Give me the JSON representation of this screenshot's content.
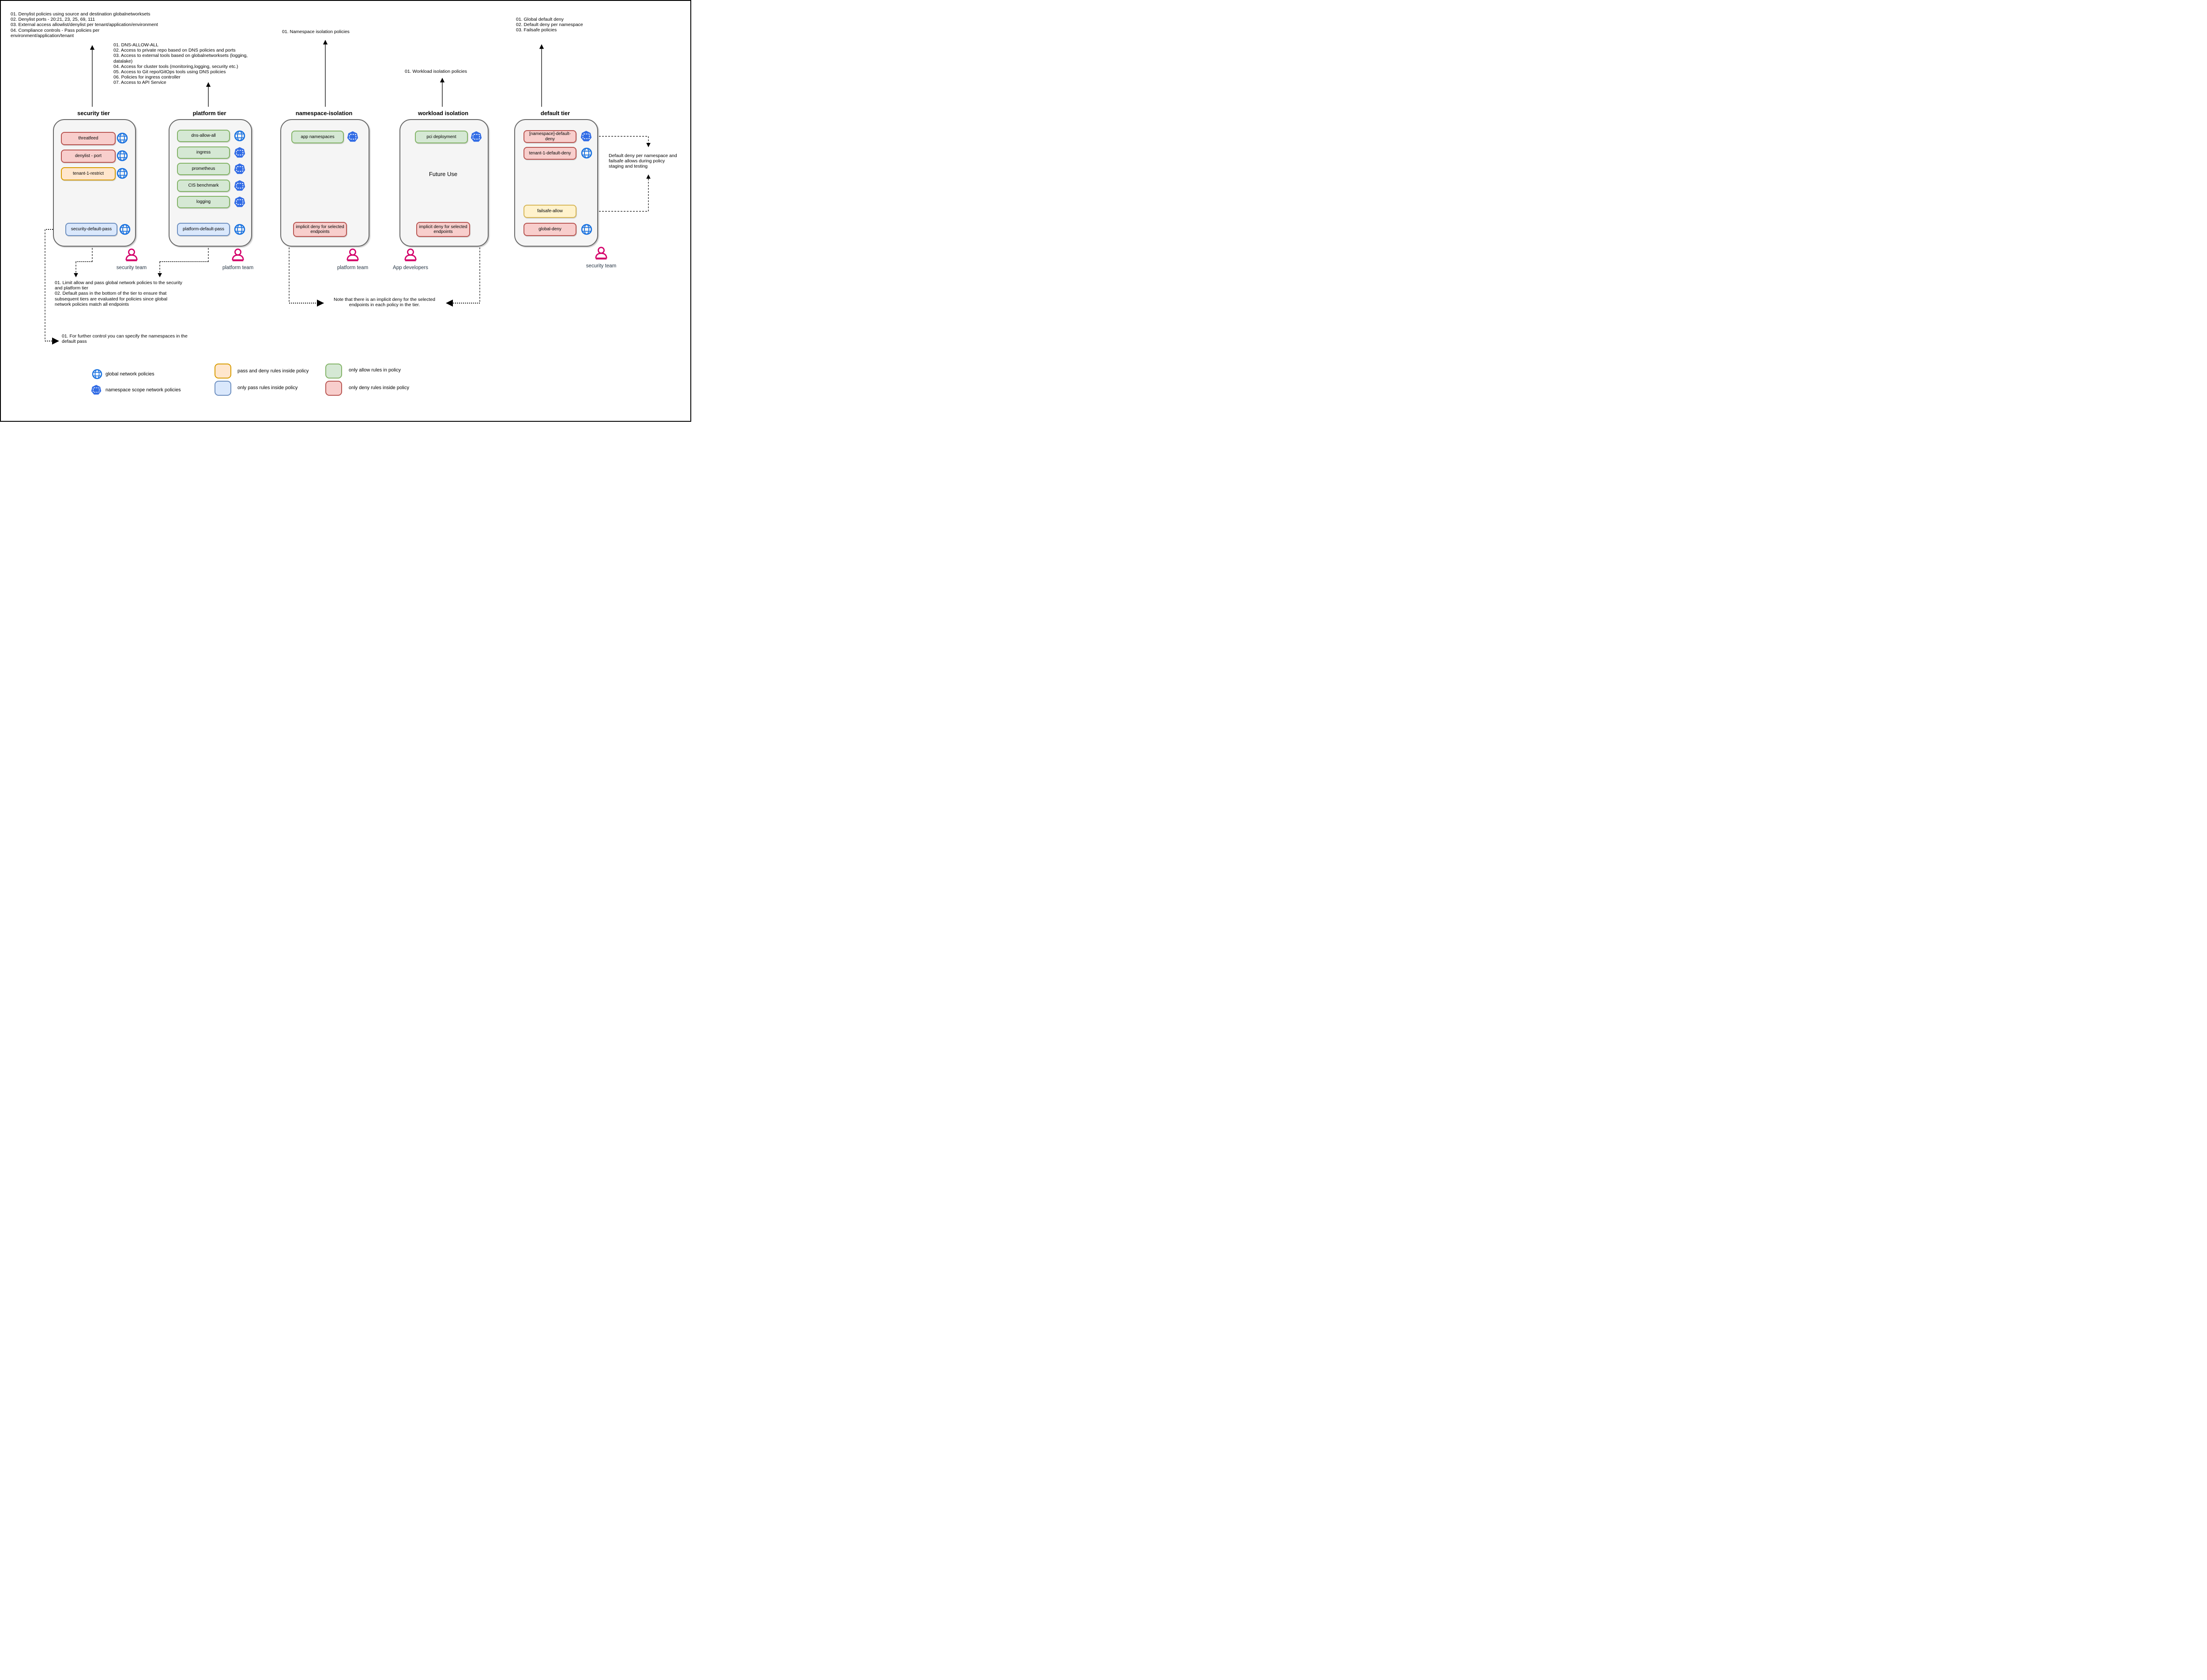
{
  "colors": {
    "allow_fill": "#d5e8d4",
    "allow_border": "#82b366",
    "deny_fill": "#f8cecc",
    "deny_border": "#b85450",
    "pass_fill": "#dae8fc",
    "pass_border": "#6c8ebf",
    "pass_deny_fill": "#ffe6cc",
    "pass_deny_border": "#d79b00",
    "failsafe_fill": "#fff2cc",
    "failsafe_border": "#d6b656",
    "tier_fill": "#f5f5f5",
    "tier_border": "#666666",
    "global_policy_icon": "#1d74e0",
    "namespace_policy_icon": "#326ce5",
    "person_icon": "#d4006a",
    "team_label": "#263544"
  },
  "tiers": [
    {
      "title": "security tier",
      "policies": [
        {
          "label": "threatfeed",
          "style": "deny",
          "icon": "global"
        },
        {
          "label": "denylist - port",
          "style": "deny",
          "icon": "global"
        },
        {
          "label": "tenant-1-restrict",
          "style": "pass-deny",
          "icon": "global"
        },
        {
          "label": "security-default-pass",
          "style": "pass",
          "icon": "global"
        }
      ]
    },
    {
      "title": "platform tier",
      "policies": [
        {
          "label": "dns-allow-all",
          "style": "allow",
          "icon": "global"
        },
        {
          "label": "ingress",
          "style": "allow",
          "icon": "namespace"
        },
        {
          "label": "prometheus",
          "style": "allow",
          "icon": "namespace"
        },
        {
          "label": "CIS benchmark",
          "style": "allow",
          "icon": "namespace"
        },
        {
          "label": "logging",
          "style": "allow",
          "icon": "namespace"
        },
        {
          "label": "platform-default-pass",
          "style": "pass",
          "icon": "global"
        }
      ]
    },
    {
      "title": "namespace-isolation",
      "policies": [
        {
          "label": "app namespaces",
          "style": "allow",
          "icon": "namespace"
        },
        {
          "label": "implicit deny for selected endpoints",
          "style": "deny",
          "icon": "none"
        }
      ]
    },
    {
      "title": "workload isolation",
      "center_label": "Future Use",
      "policies": [
        {
          "label": "pci deployment",
          "style": "allow",
          "icon": "namespace"
        },
        {
          "label": "implicit deny for selected endpoints",
          "style": "deny",
          "icon": "none"
        }
      ]
    },
    {
      "title": "default tier",
      "policies": [
        {
          "label": "[namespace]-default-deny",
          "style": "deny",
          "icon": "namespace"
        },
        {
          "label": "tenant-1-default-deny",
          "style": "deny",
          "icon": "global"
        },
        {
          "label": "failsafe-allow",
          "style": "failsafe",
          "icon": "none"
        },
        {
          "label": "global-deny",
          "style": "deny",
          "icon": "global"
        }
      ]
    }
  ],
  "notes": {
    "security_top": "01. Denylist policies using source and destination globalnetworksets\n02. Denylist ports - 20:21, 23, 25, 69, 111\n03. External access allowlist/denylist per tenant/application/environment\n04. Compliance controls - Pass policies per\nenvironment/application/tenant",
    "platform_top": "01. DNS-ALLOW-ALL\n02. Access to private repo based on DNS policies and ports\n03. Access to external tools based on globalnetworksets (logging, datalake)\n04. Access for cluster tools (monitoring,logging, security etc.)\n05. Access to Git repo/GitOps tools using DNS policies\n06. Policies for ingress controller\n07. Access to API Service",
    "namespace_top": "01. Namespace isolation policies",
    "workload_top": "01. Workload isolation policies",
    "default_top": "01. Global default deny\n02. Default deny per namespace\n03. Failsafe policies",
    "default_right": "Default deny per namespace and\nfailsafe allows during policy\nstaging and testing",
    "bottom_left": "01. Limit allow and pass global network policies to the security\nand platform tier\n02. Default pass in the bottom of the tier to ensure that\nsubsequent tiers are evaluated for policies since global\nnetwork policies match all endpoints",
    "further_control": "01. For further control you can specify the namespaces in the\ndefault pass",
    "implicit_deny_note": "Note that there is an implicit deny for the selected\nendpoints in each policy in the tier."
  },
  "teams": [
    {
      "label": "security team"
    },
    {
      "label": "platform team"
    },
    {
      "label": "platform team"
    },
    {
      "label": "App developers"
    },
    {
      "label": "security team"
    }
  ],
  "legend": {
    "items": [
      {
        "icon": "global-network-policies-icon",
        "label": "global network policies"
      },
      {
        "icon": "namespace-scope-icon",
        "label": "namespace scope network policies"
      },
      {
        "swatch": "pass-deny",
        "label": "pass and deny rules inside policy"
      },
      {
        "swatch": "pass",
        "label": "only pass rules inside policy"
      },
      {
        "swatch": "allow",
        "label": "only allow rules in policy"
      },
      {
        "swatch": "deny",
        "label": "only deny rules inside policy"
      }
    ]
  }
}
